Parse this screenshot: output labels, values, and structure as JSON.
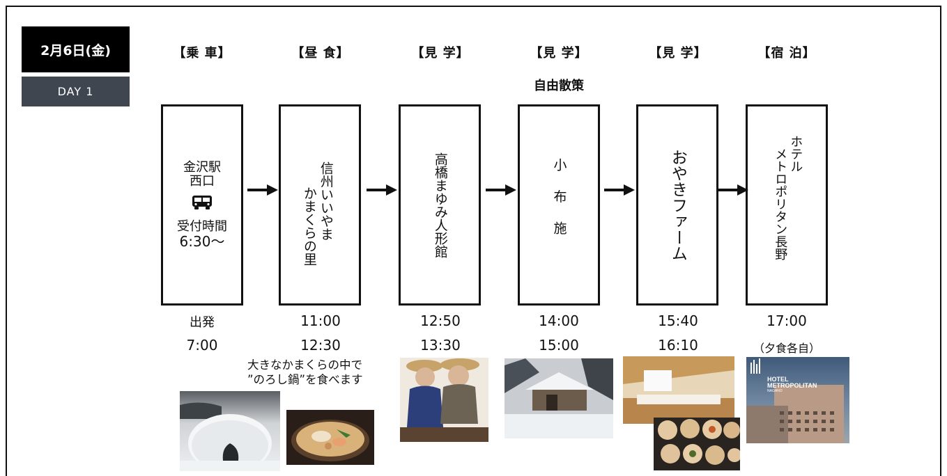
{
  "schedule": {
    "date": "2月6日(金)",
    "day": "DAY 1",
    "columns": [
      {
        "header": "【乗 車】",
        "name_line1": "金沢駅",
        "name_line2": "西口",
        "reception_label": "受付時間",
        "reception_time": "6:30～",
        "time1": "出発",
        "time2": "7:00",
        "icon": "bus-icon"
      },
      {
        "header": "【昼 食】",
        "name_col1": "信州いいやま",
        "name_col2": "かまくらの里",
        "time1": "11:00",
        "time2": "12:30",
        "caption_line1": "大きなかまくらの中で",
        "caption_line2": "”のろし鍋”を食べます"
      },
      {
        "header": "【見 学】",
        "name": "高橋まゆみ人形館",
        "time1": "12:50",
        "time2": "13:30"
      },
      {
        "header": "【見 学】",
        "note": "自由散策",
        "name": "小布施",
        "time1": "14:00",
        "time2": "15:00"
      },
      {
        "header": "【見 学】",
        "name": "おやきファーム",
        "time1": "15:40",
        "time2": "16:10"
      },
      {
        "header": "【宿 泊】",
        "name_col1": "ホテル",
        "name_col2": "メトロポリタン長野",
        "time1": "17:00",
        "time2": "（夕食各自）",
        "hotel_sign_line1": "HOTEL",
        "hotel_sign_line2": "METROPOLITAN",
        "hotel_sign_line3": "NAGANO"
      }
    ]
  }
}
